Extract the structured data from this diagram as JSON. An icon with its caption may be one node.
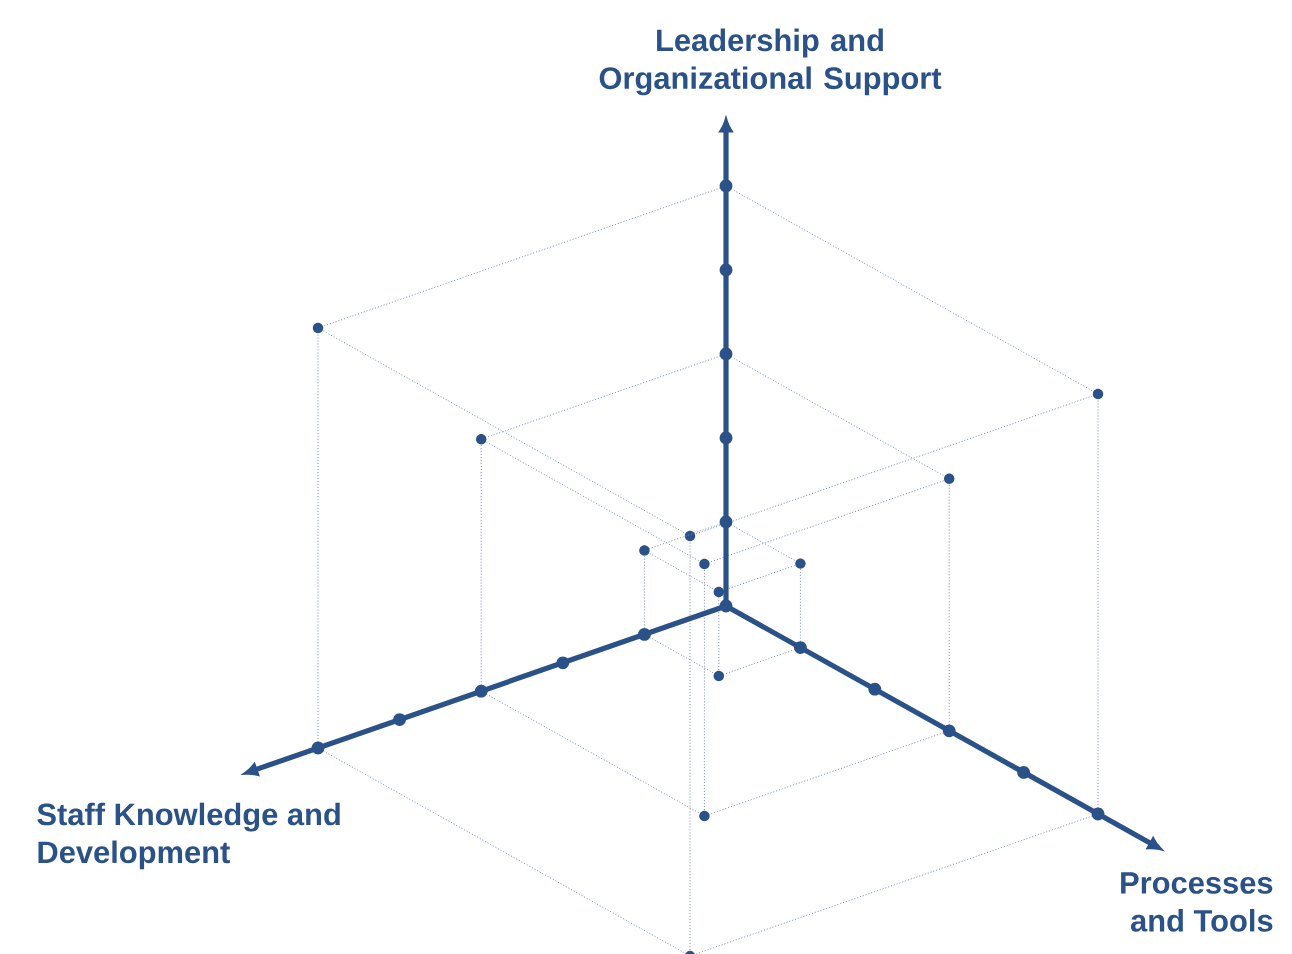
{
  "diagram": {
    "labels": [
      "Leadership and Organizational Support",
      "Staff Knowledge and Development",
      "Processes and Tools"
    ]
  }
}
